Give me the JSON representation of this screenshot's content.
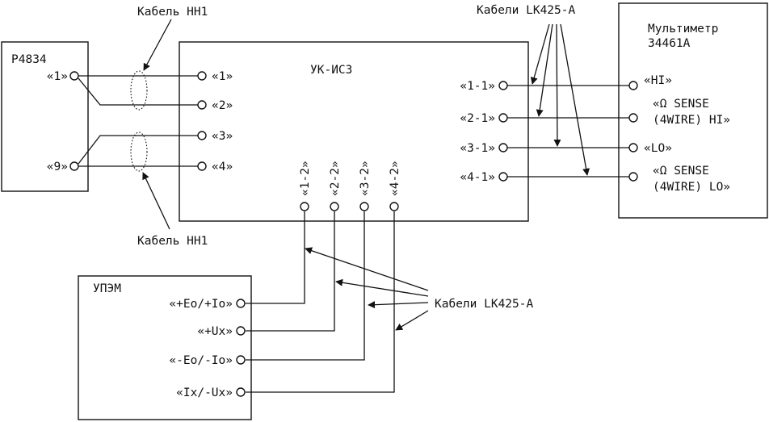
{
  "devices": {
    "p4834": {
      "title": "Р4834",
      "terminals": [
        "«1»",
        "«9»"
      ]
    },
    "ukis3": {
      "title": "УК-ИС3",
      "left_terminals": [
        "«1»",
        "«2»",
        "«3»",
        "«4»"
      ],
      "right_terminals": [
        "«1-1»",
        "«2-1»",
        "«3-1»",
        "«4-1»"
      ],
      "bottom_terminals": [
        "«1-2»",
        "«2-2»",
        "«3-2»",
        "«4-2»"
      ]
    },
    "multimeter": {
      "title_line1": "Мультиметр",
      "title_line2": "34461A",
      "terminals": [
        "«HI»",
        "«Ω SENSE",
        "(4WIRE) HI»",
        "«LO»",
        "«Ω SENSE",
        "(4WIRE) LO»"
      ]
    },
    "upem": {
      "title": "УПЭМ",
      "terminals": [
        "«+Eo/+Io»",
        "«+Ux»",
        "«-Eo/-Io»",
        "«Ix/-Ux»"
      ]
    }
  },
  "cables": {
    "hh1_top": "Кабель НН1",
    "hh1_bottom": "Кабель НН1",
    "lk_top": "Кабели LK425-A",
    "lk_bottom": "Кабели LK425-A"
  }
}
